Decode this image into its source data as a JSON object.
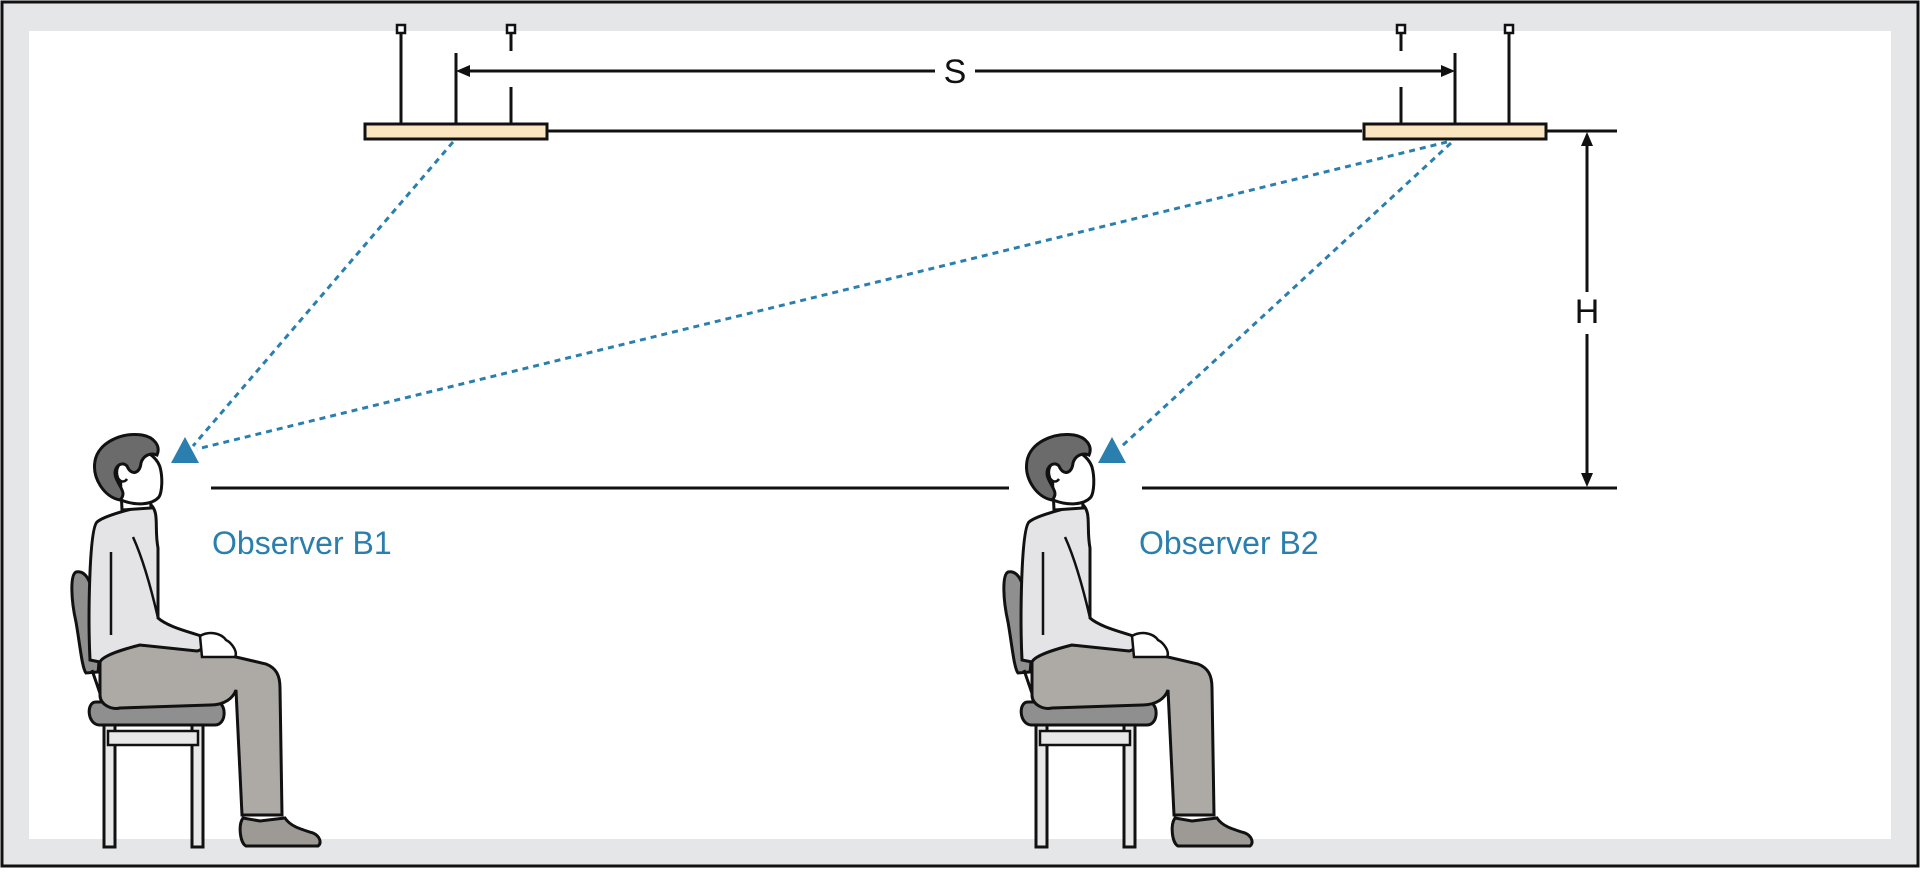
{
  "diagram": {
    "spacing_label": "S",
    "height_label": "H",
    "observers": [
      {
        "id": "b1",
        "label": "Observer B1"
      },
      {
        "id": "b2",
        "label": "Observer B2"
      }
    ],
    "colors": {
      "frame": "#e5e6e8",
      "luminaire_fill": "#fbe4c0",
      "sight_line": "#2a7fae",
      "observer_marker": "#2a7fae",
      "hair": "#6b6b6b",
      "shirt": "#e4e4e6",
      "trousers": "#adaaa6",
      "chair": "#8f8f8f",
      "shoe": "#9d9a96"
    },
    "icons": [
      "observer-eye-marker-icon",
      "seated-person-icon",
      "chair-icon",
      "luminaire-icon"
    ]
  }
}
